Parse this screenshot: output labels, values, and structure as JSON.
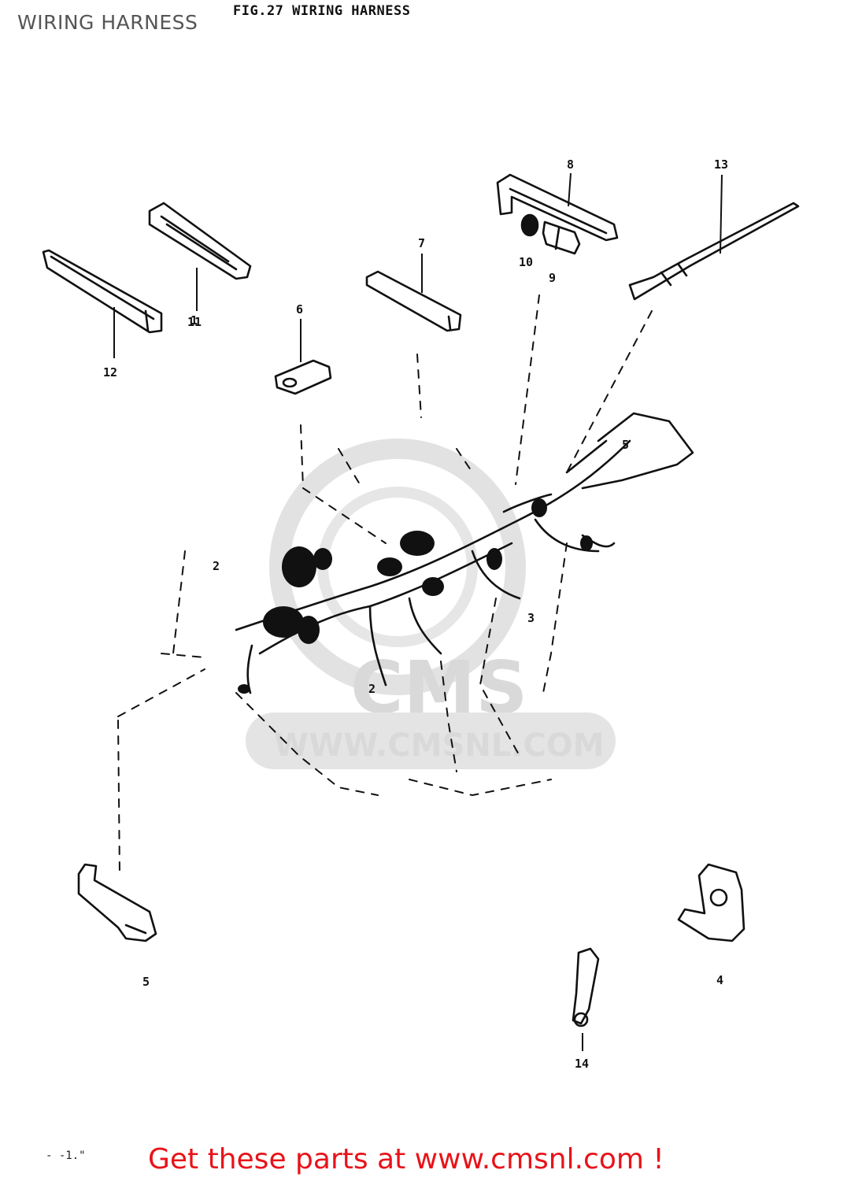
{
  "header": {
    "page_heading": "WIRING HARNESS",
    "figure_title": "FIG.27  WIRING HARNESS"
  },
  "watermark": {
    "brand": "CMS",
    "url": "WWW.CMSNL.COM"
  },
  "callouts": [
    "1",
    "2",
    "2",
    "3",
    "4",
    "5",
    "5",
    "6",
    "7",
    "8",
    "9",
    "10",
    "11",
    "12",
    "13",
    "14"
  ],
  "footer": {
    "page_number": "- -1.\"",
    "promo_text": "Get these parts at www.cmsnl.com !"
  },
  "colors": {
    "promo": "#e8131a",
    "heading": "#555555",
    "watermark": "#d9d9d9"
  }
}
